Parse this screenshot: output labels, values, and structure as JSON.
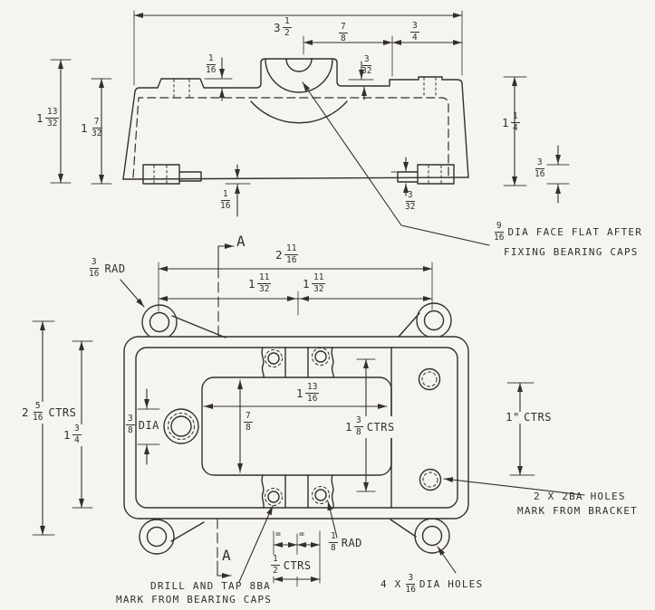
{
  "colors": {
    "paper": "#f5f4ef",
    "ink": "#33302b"
  },
  "section_marks": {
    "top": "A",
    "bottom": "A"
  },
  "elevation": {
    "dim_overall_width": {
      "whole": "3",
      "num": "1",
      "den": "2"
    },
    "dim_center_to_step": {
      "num": "7",
      "den": "8"
    },
    "dim_step_to_edge": {
      "num": "3",
      "den": "4"
    },
    "dim_boss_height": {
      "num": "1",
      "den": "16"
    },
    "dim_step_height": {
      "num": "3",
      "den": "32"
    },
    "dim_overall_height": {
      "whole": "1",
      "num": "13",
      "den": "32"
    },
    "dim_body_height": {
      "whole": "1",
      "num": "7",
      "den": "32"
    },
    "dim_right_height": {
      "whole": "1",
      "num": "1",
      "den": "4"
    },
    "dim_lug_height": {
      "num": "3",
      "den": "16"
    },
    "dim_lug_below": {
      "num": "1",
      "den": "16"
    },
    "dim_lug_step": {
      "num": "3",
      "den": "32"
    },
    "note_face_flat": {
      "num": "9",
      "den": "16",
      "text1": "DIA FACE FLAT AFTER",
      "text2": "FIXING BEARING CAPS"
    }
  },
  "plan": {
    "dim_lug_ctrs_width": {
      "whole": "2",
      "num": "11",
      "den": "16"
    },
    "dim_half_left": {
      "whole": "1",
      "num": "11",
      "den": "32"
    },
    "dim_half_right": {
      "whole": "1",
      "num": "11",
      "den": "32"
    },
    "note_lug_rad": {
      "num": "3",
      "den": "16",
      "suffix": "RAD"
    },
    "dim_lug_ctrs_height": {
      "whole": "2",
      "num": "5",
      "den": "16",
      "suffix": "CTRS"
    },
    "dim_body_width": {
      "whole": "1",
      "num": "3",
      "den": "4"
    },
    "dim_boss_dia": {
      "num": "3",
      "den": "8",
      "suffix": "DIA"
    },
    "dim_opening_height": {
      "num": "7",
      "den": "8"
    },
    "dim_opening_width": {
      "whole": "1",
      "num": "13",
      "den": "16"
    },
    "dim_tapped_ctrs": {
      "whole": "1",
      "num": "3",
      "den": "8",
      "suffix": "CTRS"
    },
    "dim_2ba_ctrs": {
      "whole": "1\"",
      "suffix": "CTRS"
    },
    "equal_marks": {
      "left": "=",
      "right": "="
    },
    "dim_tap_spacing": {
      "num": "1",
      "den": "2",
      "suffix": "CTRS"
    },
    "note_fillet_rad": {
      "num": "1",
      "den": "8",
      "suffix": "RAD"
    },
    "note_drill_tap": {
      "line1": "DRILL AND TAP  8BA",
      "line2": "MARK FROM BEARING CAPS"
    },
    "note_2ba_holes": {
      "line1": "2 X  2BA HOLES",
      "line2": "MARK FROM BRACKET"
    },
    "note_lug_holes": {
      "pre": "4 X",
      "num": "3",
      "den": "16",
      "post": "DIA HOLES"
    }
  }
}
